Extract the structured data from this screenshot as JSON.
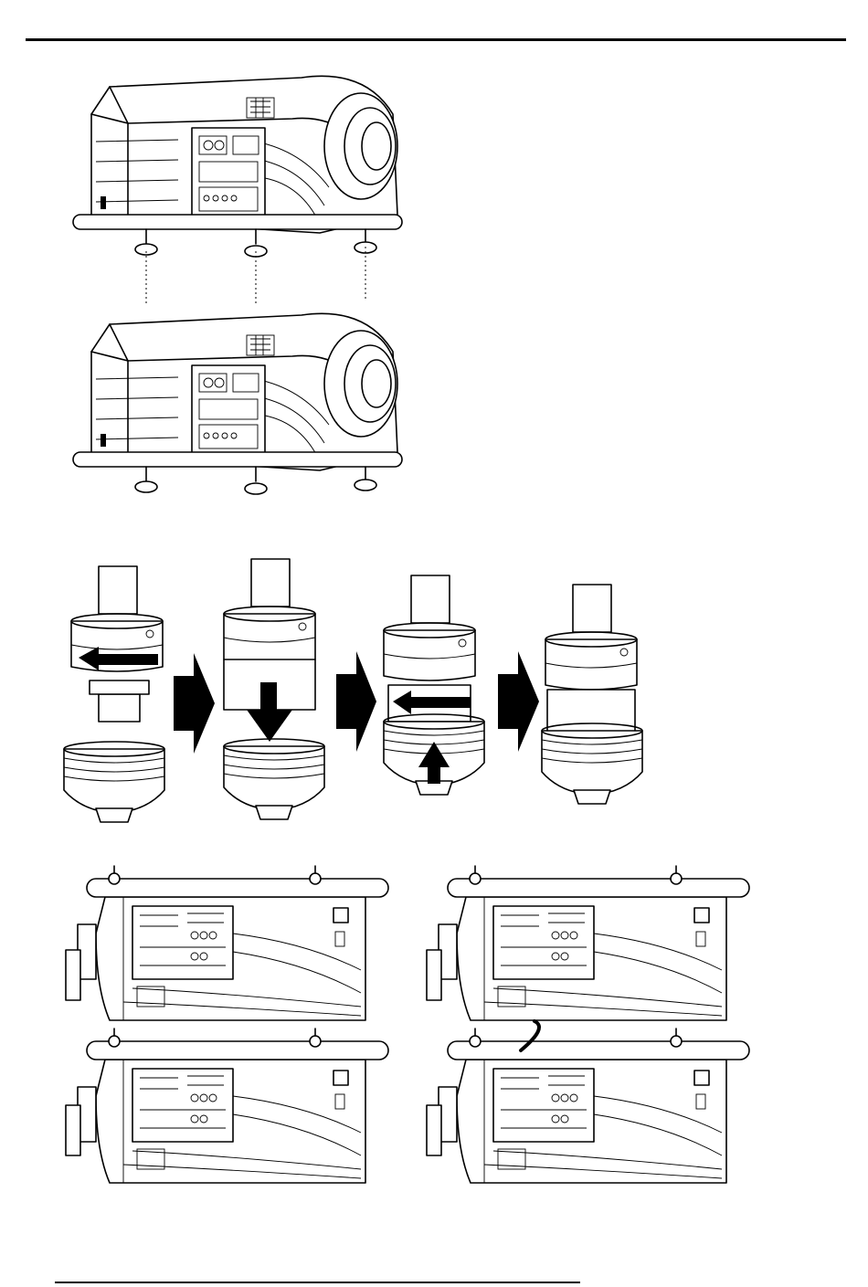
{
  "page": {
    "figures": [
      {
        "id": "projector-stacking",
        "icon": "projector-stack-illustration"
      },
      {
        "id": "foot-coupling-sequence",
        "icon": "foot-coupling-steps-illustration",
        "steps": 4
      },
      {
        "id": "stacked-projectors-side-view",
        "icon": "stacked-projectors-cable-illustration",
        "panels": 2
      }
    ],
    "colors": {
      "line": "#000000",
      "background": "#ffffff"
    }
  }
}
